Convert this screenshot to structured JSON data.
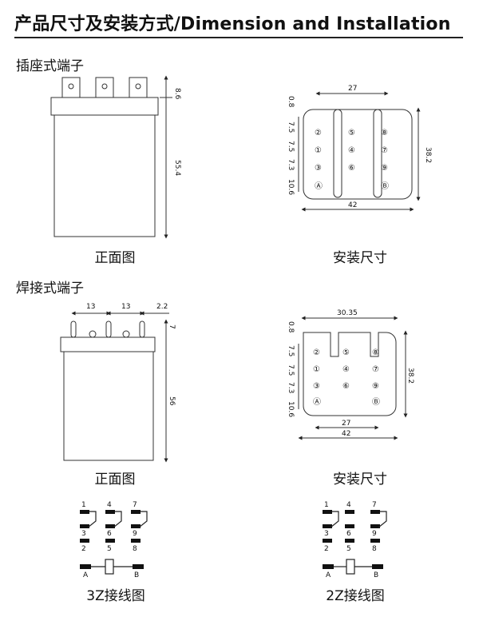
{
  "page_title": "产品尺寸及安装方式/Dimension and  Installation",
  "section_plugin": "插座式端子",
  "section_solder": "焊接式端子",
  "caption_front": "正面图",
  "caption_mount": "安装尺寸",
  "caption_wiring_3z": "3Z接线图",
  "caption_wiring_2z": "2Z接线图",
  "plugin_front": {
    "pin_height": "8.6",
    "body_height": "55.4"
  },
  "plugin_mount": {
    "width_outer": "42",
    "width_pins": "27",
    "height": "38.2",
    "rows": [
      "0.8",
      "7.5",
      "7.5",
      "7.3",
      "10.6"
    ]
  },
  "solder_front": {
    "pitch_a": "13",
    "pitch_b": "13",
    "offset": "2.2",
    "pin_height": "7",
    "body_height": "56"
  },
  "solder_mount": {
    "width_outer": "42",
    "width_inner": "27",
    "width_top": "30.35",
    "height": "38.2",
    "rows": [
      "0.8",
      "7.5",
      "7.5",
      "7.3",
      "10.6"
    ]
  },
  "pins_3z": [
    "②",
    "⑤",
    "⑧",
    "①",
    "④",
    "⑦",
    "③",
    "⑥",
    "⑨"
  ],
  "coil": [
    "Ⓐ",
    "Ⓑ"
  ],
  "wiring": {
    "nc": [
      "1",
      "4",
      "7"
    ],
    "com": [
      "3",
      "6",
      "9"
    ],
    "no": [
      "2",
      "5",
      "8"
    ],
    "coil": [
      "A",
      "B"
    ]
  }
}
